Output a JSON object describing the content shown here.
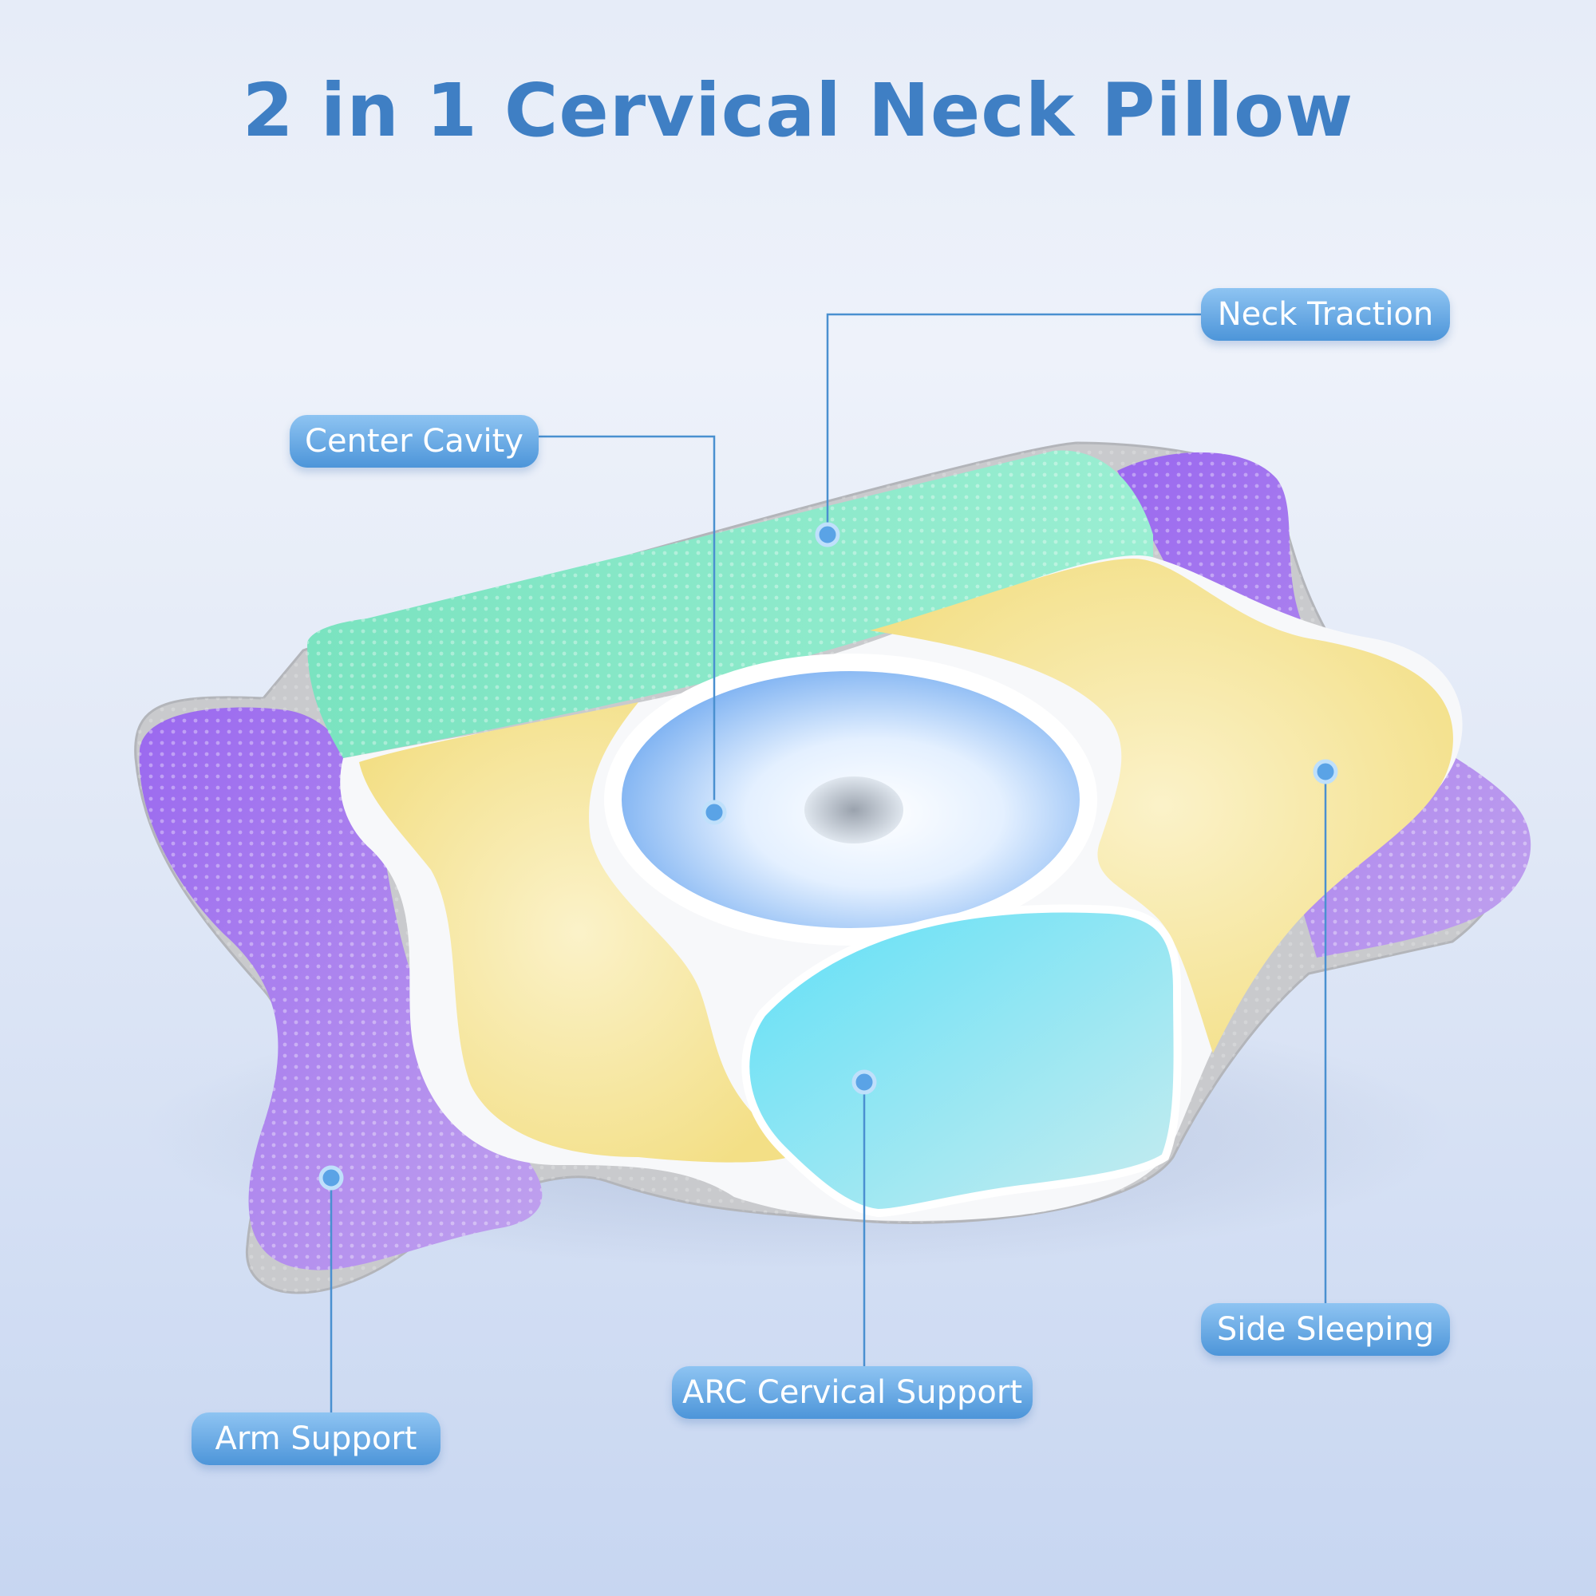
{
  "title": "2 in 1 Cervical Neck Pillow",
  "labels": {
    "neck_traction": "Neck Traction",
    "center_cavity": "Center Cavity",
    "side_sleeping": "Side Sleeping",
    "arc_cervical_support": "ARC Cervical Support",
    "arm_support": "Arm Support"
  },
  "colors": {
    "title": "#3f7fc4",
    "label_text": "#ffffff",
    "leader_line": "#4a90d0",
    "neck_zone": "#7fe3c3",
    "center_zone": "#7fb6f2",
    "side_zone": "#f6e69a",
    "arc_zone": "#66ddf2",
    "arm_zone": "#a474f0",
    "pillow_body": "#c9cacd"
  }
}
